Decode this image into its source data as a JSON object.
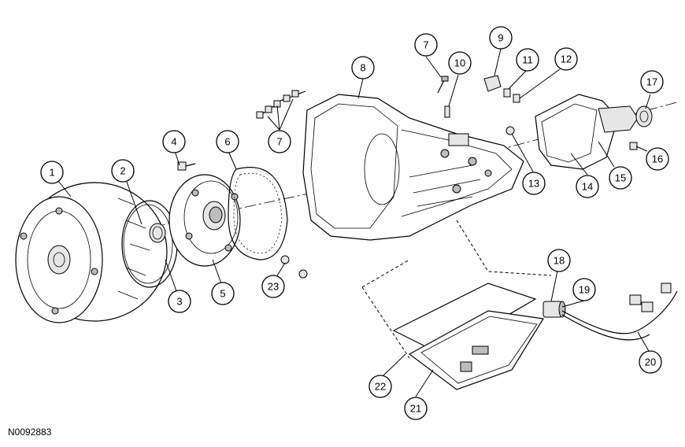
{
  "figure_id": "N0092883",
  "callouts": [
    "1",
    "2",
    "3",
    "4",
    "5",
    "6",
    "7",
    "7",
    "8",
    "9",
    "10",
    "11",
    "12",
    "13",
    "14",
    "15",
    "16",
    "17",
    "18",
    "19",
    "20",
    "21",
    "22",
    "23"
  ]
}
